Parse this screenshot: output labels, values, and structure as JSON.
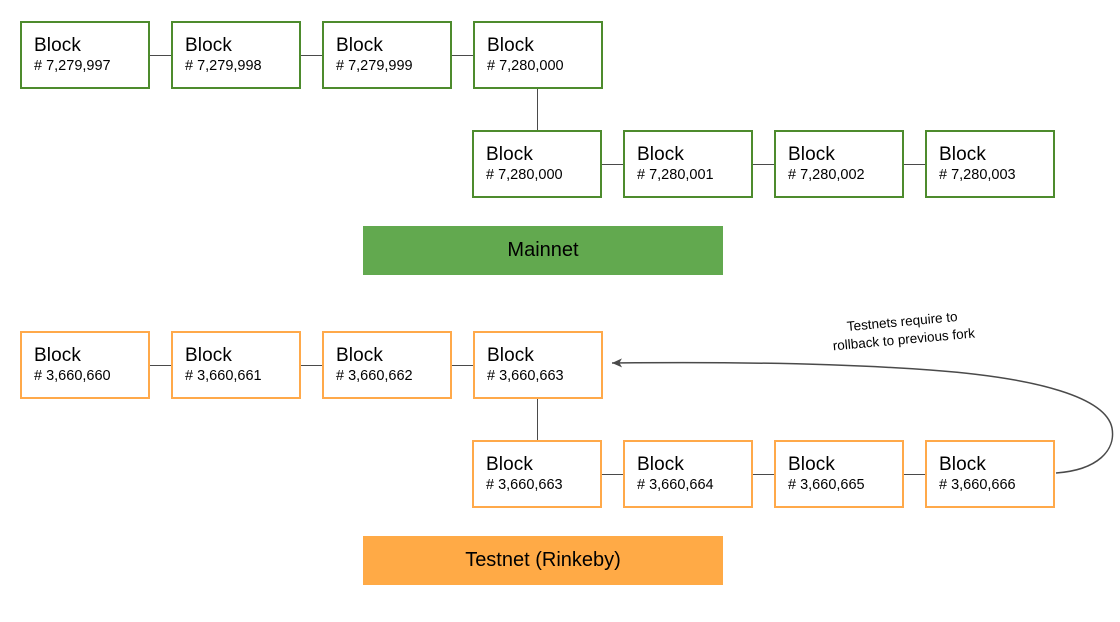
{
  "diagram": {
    "title_mainnet": "Mainnet",
    "title_testnet": "Testnet (Rinkeby)",
    "colors": {
      "mainnet_border": "#4d8b2d",
      "mainnet_banner": "#62a94f",
      "testnet_border": "#ffa94a",
      "testnet_banner": "#ffaa46",
      "connector": "#4a4a4a",
      "arrow": "#4a4a4a",
      "background": "#ffffff"
    },
    "annotation": {
      "line1": "Testnets require to",
      "line2": "rollback to previous fork"
    },
    "block_label": "Block",
    "mainnet": {
      "chain_main": [
        {
          "label": "Block",
          "number": "# 7,279,997"
        },
        {
          "label": "Block",
          "number": "# 7,279,998"
        },
        {
          "label": "Block",
          "number": "# 7,279,999"
        },
        {
          "label": "Block",
          "number": "# 7,280,000"
        }
      ],
      "chain_fork": [
        {
          "label": "Block",
          "number": "# 7,280,000"
        },
        {
          "label": "Block",
          "number": "# 7,280,001"
        },
        {
          "label": "Block",
          "number": "# 7,280,002"
        },
        {
          "label": "Block",
          "number": "# 7,280,003"
        }
      ]
    },
    "testnet": {
      "chain_main": [
        {
          "label": "Block",
          "number": "# 3,660,660"
        },
        {
          "label": "Block",
          "number": "# 3,660,661"
        },
        {
          "label": "Block",
          "number": "# 3,660,662"
        },
        {
          "label": "Block",
          "number": "# 3,660,663"
        }
      ],
      "chain_fork": [
        {
          "label": "Block",
          "number": "# 3,660,663"
        },
        {
          "label": "Block",
          "number": "# 3,660,664"
        },
        {
          "label": "Block",
          "number": "# 3,660,665"
        },
        {
          "label": "Block",
          "number": "# 3,660,666"
        }
      ]
    }
  }
}
